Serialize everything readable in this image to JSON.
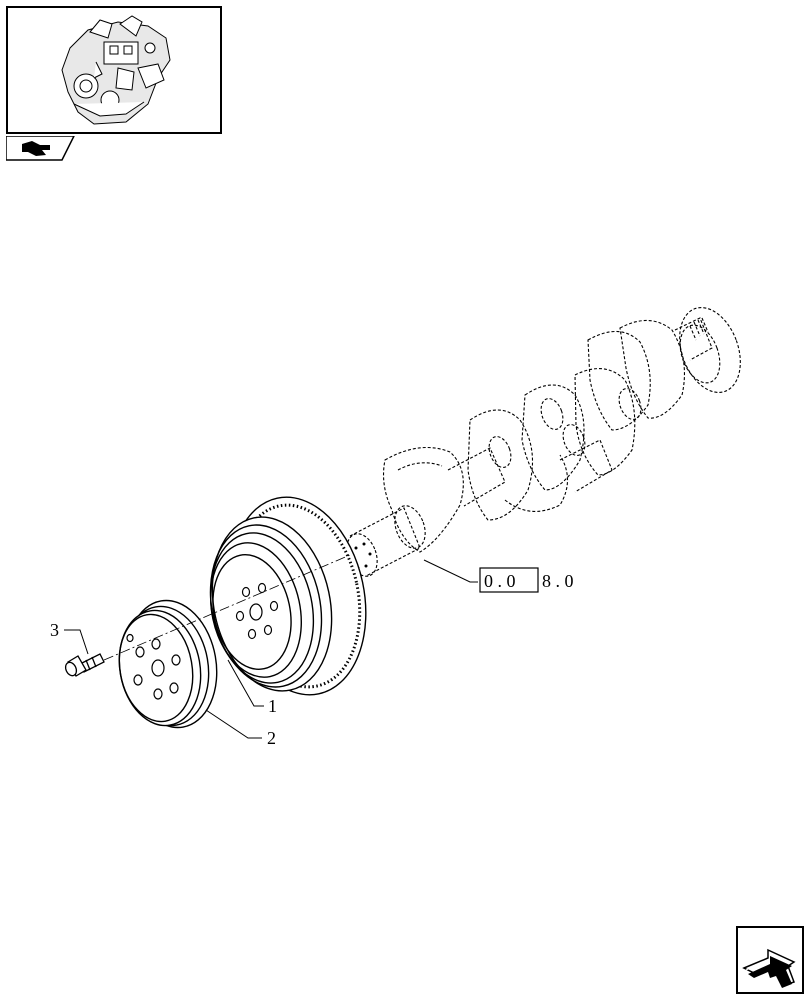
{
  "thumbnail": {
    "icon": "engine-thumbnail"
  },
  "tab": {
    "icon": "folder-arrow-icon"
  },
  "callouts": {
    "part1": "1",
    "part2": "2",
    "part3": "3"
  },
  "reference": {
    "boxed": "0 . 0",
    "tail": "8 . 0"
  },
  "nav": {
    "icon": "next-page-arrow-icon"
  }
}
